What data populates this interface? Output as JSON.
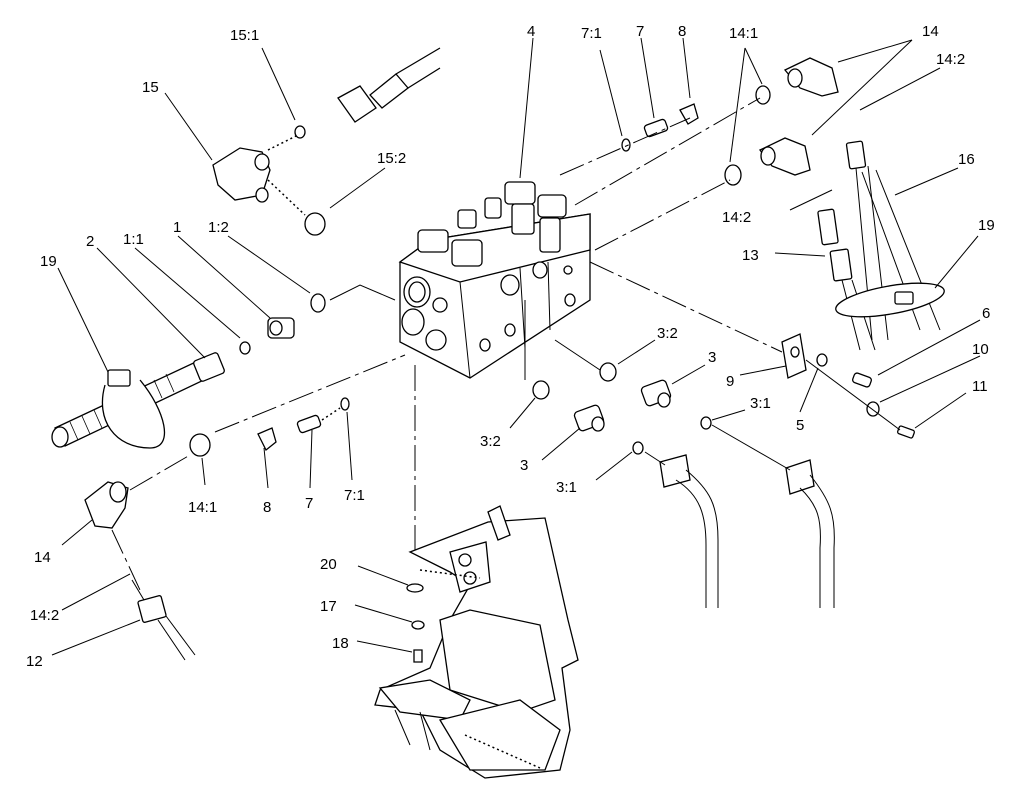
{
  "callouts": [
    {
      "id": "c-15-1",
      "text": "15:1"
    },
    {
      "id": "c-15",
      "text": "15"
    },
    {
      "id": "c-15-2",
      "text": "15:2"
    },
    {
      "id": "c-4",
      "text": "4"
    },
    {
      "id": "c-7-1-top",
      "text": "7:1"
    },
    {
      "id": "c-7-top",
      "text": "7"
    },
    {
      "id": "c-8-top",
      "text": "8"
    },
    {
      "id": "c-14-1-top",
      "text": "14:1"
    },
    {
      "id": "c-14-top",
      "text": "14"
    },
    {
      "id": "c-14-2-top",
      "text": "14:2"
    },
    {
      "id": "c-16",
      "text": "16"
    },
    {
      "id": "c-19-right",
      "text": "19"
    },
    {
      "id": "c-14-2-mid",
      "text": "14:2"
    },
    {
      "id": "c-13",
      "text": "13"
    },
    {
      "id": "c-19-left",
      "text": "19"
    },
    {
      "id": "c-2",
      "text": "2"
    },
    {
      "id": "c-1-1",
      "text": "1:1"
    },
    {
      "id": "c-1",
      "text": "1"
    },
    {
      "id": "c-1-2",
      "text": "1:2"
    },
    {
      "id": "c-6",
      "text": "6"
    },
    {
      "id": "c-10",
      "text": "10"
    },
    {
      "id": "c-11",
      "text": "11"
    },
    {
      "id": "c-3-2-top",
      "text": "3:2"
    },
    {
      "id": "c-3-top",
      "text": "3"
    },
    {
      "id": "c-9",
      "text": "9"
    },
    {
      "id": "c-3-1-top",
      "text": "3:1"
    },
    {
      "id": "c-5",
      "text": "5"
    },
    {
      "id": "c-3-2-bot",
      "text": "3:2"
    },
    {
      "id": "c-3-bot",
      "text": "3"
    },
    {
      "id": "c-3-1-bot",
      "text": "3:1"
    },
    {
      "id": "c-14-1-bot",
      "text": "14:1"
    },
    {
      "id": "c-8-bot",
      "text": "8"
    },
    {
      "id": "c-7-bot",
      "text": "7"
    },
    {
      "id": "c-7-1-bot",
      "text": "7:1"
    },
    {
      "id": "c-14-bot",
      "text": "14"
    },
    {
      "id": "c-14-2-bot",
      "text": "14:2"
    },
    {
      "id": "c-12",
      "text": "12"
    },
    {
      "id": "c-20",
      "text": "20"
    },
    {
      "id": "c-17",
      "text": "17"
    },
    {
      "id": "c-18",
      "text": "18"
    }
  ]
}
